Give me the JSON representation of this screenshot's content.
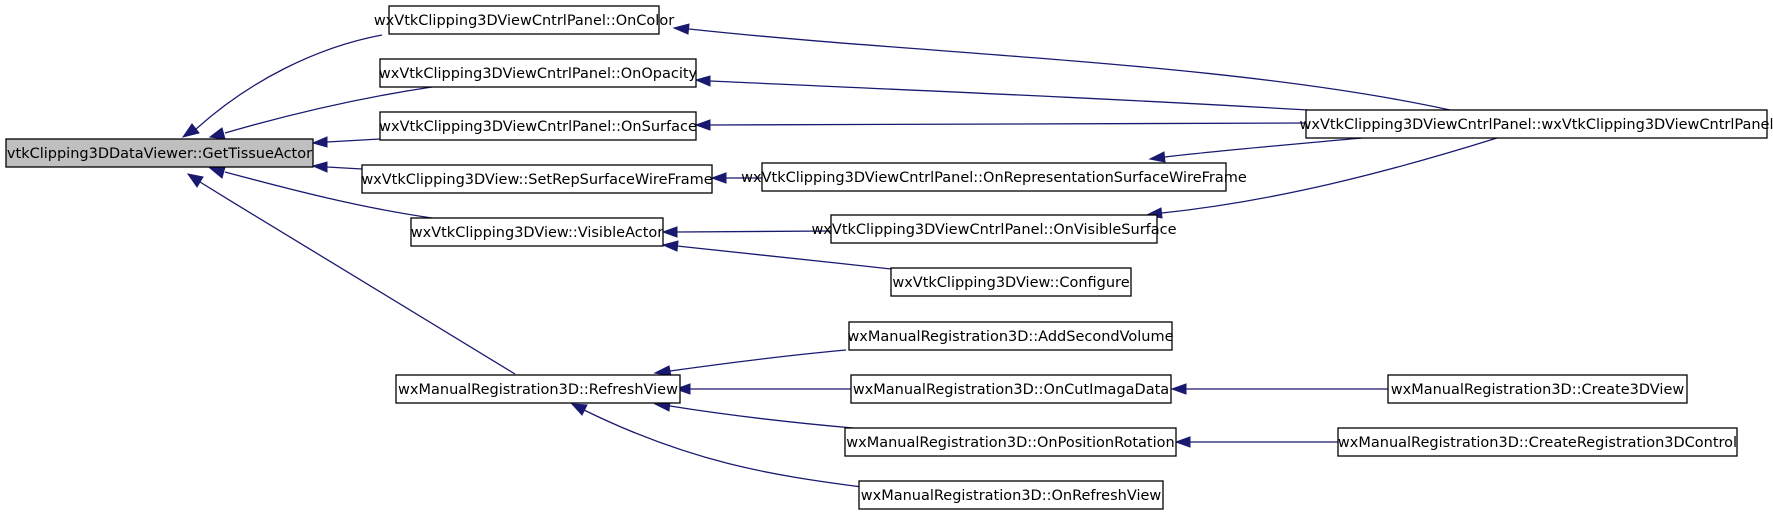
{
  "diagram": {
    "type": "call-graph",
    "colors": {
      "edge": "#191970",
      "root_fill": "#bfbfbf",
      "node_fill": "#ffffff",
      "node_border": "#000000"
    },
    "nodes": [
      {
        "id": "n0",
        "label": "vtkClipping3DDataViewer::GetTissueActor"
      },
      {
        "id": "n1",
        "label": "wxVtkClipping3DViewCntrlPanel::OnColor"
      },
      {
        "id": "n2",
        "label": "wxVtkClipping3DViewCntrlPanel::OnOpacity"
      },
      {
        "id": "n3",
        "label": "wxVtkClipping3DViewCntrlPanel::OnSurface"
      },
      {
        "id": "n4",
        "label": "wxVtkClipping3DView::SetRepSurfaceWireFrame"
      },
      {
        "id": "n5",
        "label": "wxVtkClipping3DView::VisibleActor"
      },
      {
        "id": "n6",
        "label": "wxManualRegistration3D::RefreshView"
      },
      {
        "id": "n7",
        "label": "wxVtkClipping3DViewCntrlPanel::wxVtkClipping3DViewCntrlPanel"
      },
      {
        "id": "n8",
        "label": "wxVtkClipping3DViewCntrlPanel::OnRepresentationSurfaceWireFrame"
      },
      {
        "id": "n9",
        "label": "wxVtkClipping3DViewCntrlPanel::OnVisibleSurface"
      },
      {
        "id": "n10",
        "label": "wxVtkClipping3DView::Configure"
      },
      {
        "id": "n11",
        "label": "wxManualRegistration3D::AddSecondVolume"
      },
      {
        "id": "n12",
        "label": "wxManualRegistration3D::OnCutImagaData"
      },
      {
        "id": "n13",
        "label": "wxManualRegistration3D::OnPositionRotation"
      },
      {
        "id": "n14",
        "label": "wxManualRegistration3D::OnRefreshView"
      },
      {
        "id": "n15",
        "label": "wxManualRegistration3D::Create3DView"
      },
      {
        "id": "n16",
        "label": "wxManualRegistration3D::CreateRegistration3DControl"
      }
    ],
    "edges": [
      {
        "from": "n1",
        "to": "n0"
      },
      {
        "from": "n2",
        "to": "n0"
      },
      {
        "from": "n3",
        "to": "n0"
      },
      {
        "from": "n4",
        "to": "n0"
      },
      {
        "from": "n5",
        "to": "n0"
      },
      {
        "from": "n6",
        "to": "n0"
      },
      {
        "from": "n7",
        "to": "n1"
      },
      {
        "from": "n7",
        "to": "n2"
      },
      {
        "from": "n7",
        "to": "n3"
      },
      {
        "from": "n8",
        "to": "n4"
      },
      {
        "from": "n7",
        "to": "n8"
      },
      {
        "from": "n9",
        "to": "n5"
      },
      {
        "from": "n10",
        "to": "n5"
      },
      {
        "from": "n7",
        "to": "n9"
      },
      {
        "from": "n11",
        "to": "n6"
      },
      {
        "from": "n12",
        "to": "n6"
      },
      {
        "from": "n13",
        "to": "n6"
      },
      {
        "from": "n14",
        "to": "n6"
      },
      {
        "from": "n15",
        "to": "n12"
      },
      {
        "from": "n16",
        "to": "n13"
      }
    ]
  }
}
